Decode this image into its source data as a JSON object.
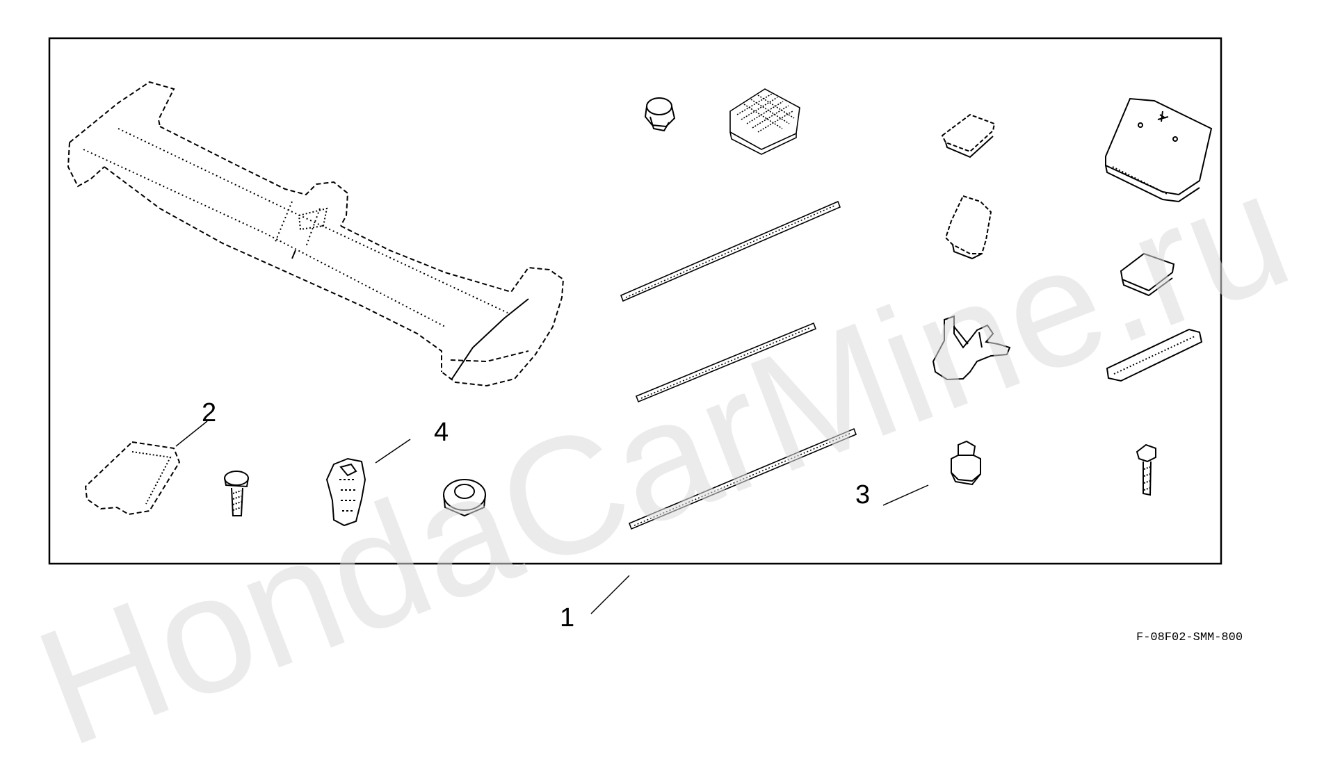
{
  "callouts": {
    "c1": "1",
    "c2": "2",
    "c3": "3",
    "c4": "4"
  },
  "drawing_code": "F-08F02-SMM-800",
  "watermark": "HondaCarMine.ru",
  "colors": {
    "line": "#000000",
    "background": "#ffffff",
    "watermark": "#dcdcdc"
  }
}
